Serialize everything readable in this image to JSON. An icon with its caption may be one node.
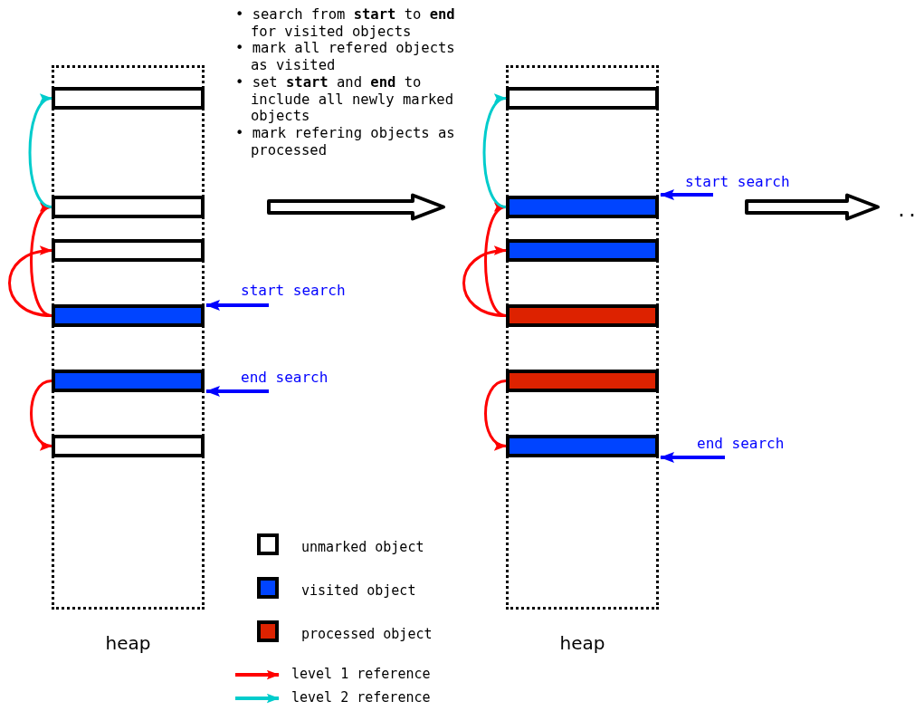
{
  "diagram": {
    "nodes": [
      {
        "text": [
          "heap"
        ]
      },
      {
        "text": [],
        "shape": "box",
        "in": 0
      },
      {
        "text": [],
        "shape": "box",
        "in": 0
      },
      {
        "text": [],
        "shape": "box",
        "in": 0
      },
      {
        "text": [],
        "shape": "box",
        "in": 0
      },
      {
        "text": [],
        "shape": "box",
        "in": 0
      },
      {
        "text": [],
        "shape": "box",
        "in": 0
      },
      {
        "text": [
          "heap"
        ]
      },
      {
        "text": [],
        "shape": "box",
        "in": 7
      },
      {
        "text": [],
        "shape": "box",
        "in": 7
      },
      {
        "text": [],
        "shape": "box",
        "in": 7
      },
      {
        "text": [],
        "shape": "box",
        "in": 7
      },
      {
        "text": [],
        "shape": "box",
        "in": 7
      },
      {
        "text": [],
        "shape": "box",
        "in": 7
      },
      {
        "text": [
          "start search"
        ]
      },
      {
        "text": [
          "end search"
        ]
      },
      {
        "text": [
          "start search"
        ]
      },
      {
        "text": [
          "end search"
        ]
      },
      {
        "text": [
          ".."
        ]
      }
    ],
    "edges": [
      {
        "from": 4,
        "to": 2,
        "arrow": "to"
      },
      {
        "from": 4,
        "to": 3,
        "arrow": "to"
      },
      {
        "from": 5,
        "to": 6,
        "arrow": "to"
      },
      {
        "from": 2,
        "to": 1,
        "arrow": "to",
        "color": "#00cccc"
      },
      {
        "from": 11,
        "to": 9,
        "arrow": "to"
      },
      {
        "from": 11,
        "to": 10,
        "arrow": "to"
      },
      {
        "from": 12,
        "to": 13,
        "arrow": "to"
      },
      {
        "from": 9,
        "to": 8,
        "arrow": "to",
        "color": "#00cccc"
      },
      {
        "from": 14,
        "to": 4,
        "arrow": "to",
        "color": "#0000ff"
      },
      {
        "from": 15,
        "to": 5,
        "arrow": "to",
        "color": "#0000ff"
      },
      {
        "from": 16,
        "to": 9,
        "arrow": "to",
        "color": "#0000ff"
      },
      {
        "from": 17,
        "to": 13,
        "arrow": "to",
        "color": "#0000ff"
      },
      {
        "from": 0,
        "to": 7,
        "arrow": "to",
        "style": "thick",
        "color": "#000000"
      },
      {
        "from": 7,
        "to": 18,
        "arrow": "to",
        "style": "thick",
        "color": "#000000"
      }
    ],
    "labels": [
      "• search from **start** to **end** for visited objects",
      "• mark all refered objects as visited",
      "• set **start** and **end** to include all newly marked objects",
      "• mark refering objects as processed"
    ],
    "legend": [
      {
        "text": "unmarked object",
        "color": "#ffffff"
      },
      {
        "text": "visited object",
        "color": "#0044ff"
      },
      {
        "text": "processed object",
        "color": "#dd2200"
      },
      {
        "text": "level 1 reference"
      },
      {
        "text": "level 2 reference"
      }
    ]
  }
}
